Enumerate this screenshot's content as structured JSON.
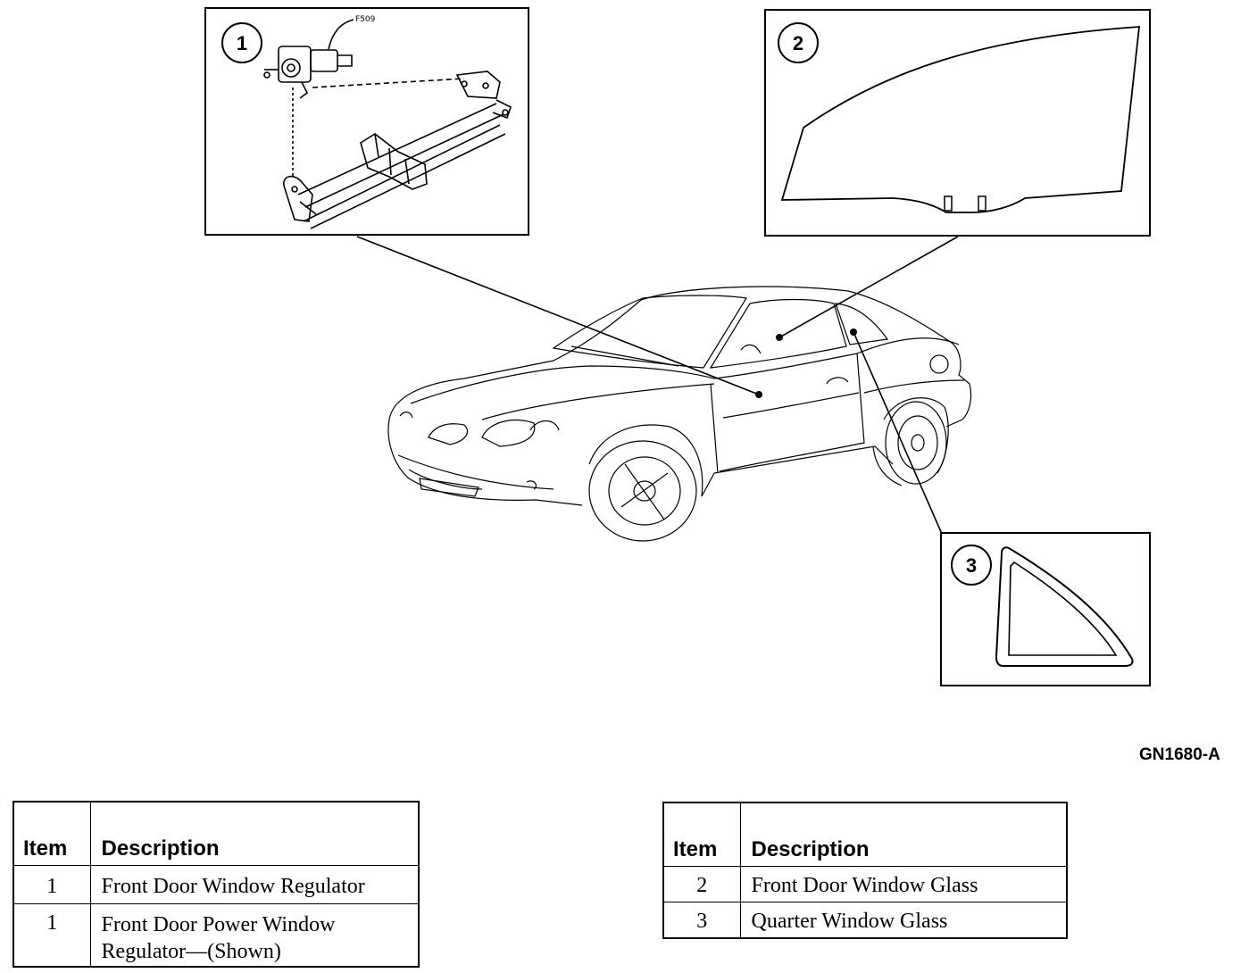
{
  "figure_id": "GN1680-A",
  "callouts": [
    {
      "number": "1"
    },
    {
      "number": "2"
    },
    {
      "number": "3"
    }
  ],
  "regulator_label": "F509",
  "tables": [
    {
      "headers": {
        "item": "Item",
        "description": "Description"
      },
      "rows": [
        {
          "item": "1",
          "description": "Front Door Window Regulator"
        },
        {
          "item": "1",
          "description_line1": "Front Door Power Window",
          "description_line2": "Regulator—(Shown)"
        }
      ]
    },
    {
      "headers": {
        "item": "Item",
        "description": "Description"
      },
      "rows": [
        {
          "item": "2",
          "description": "Front Door Window Glass"
        },
        {
          "item": "3",
          "description": "Quarter Window Glass"
        }
      ]
    }
  ]
}
